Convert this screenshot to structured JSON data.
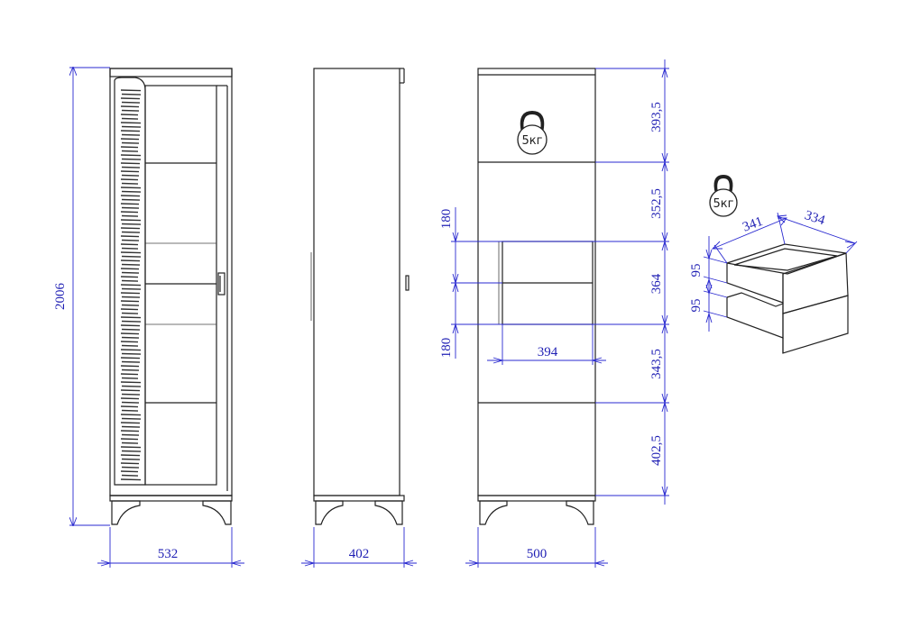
{
  "dimensions": {
    "front_height": "2006",
    "front_width": "532",
    "side_depth": "402",
    "back_width": "500",
    "section_top": "393,5",
    "section_2": "352,5",
    "section_3": "364",
    "section_4": "343,5",
    "section_bottom": "402,5",
    "drawer_gap_top": "180",
    "drawer_gap_bottom": "180",
    "drawer_width": "394",
    "drawer_3d_width": "341",
    "drawer_3d_depth": "334",
    "drawer_3d_height_top": "95",
    "drawer_3d_height_bottom": "95"
  },
  "load_labels": {
    "cabinet_top": "5кг",
    "drawer": "5кг"
  },
  "colors": {
    "dimension": "#1f1fb4",
    "outline": "#222222"
  }
}
